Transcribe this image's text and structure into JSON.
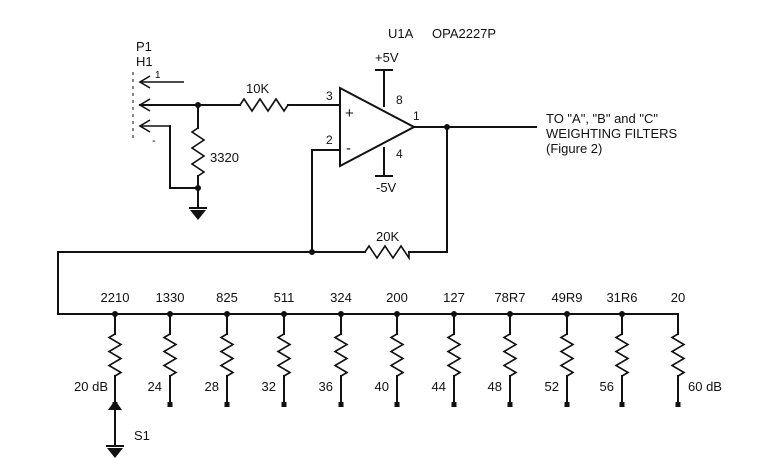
{
  "opamp": {
    "designator": "U1A",
    "part": "OPA2227P",
    "supply_pos": "+5V",
    "supply_neg": "-5V",
    "pin_noninv": "3",
    "pin_inv": "2",
    "pin_out": "1",
    "pin_vplus": "8",
    "pin_vminus": "4",
    "plus_sign": "+",
    "minus_sign": "-"
  },
  "connector": {
    "name": "P1",
    "sub": "H1",
    "pin1": "1",
    "pin2": "-"
  },
  "resistors": {
    "input": "10K",
    "shunt": "3320",
    "feedback": "20K"
  },
  "output_note": {
    "line1": "TO \"A\", \"B\" and \"C\"",
    "line2": "WEIGHTING FILTERS",
    "line3": "(Figure 2)"
  },
  "ladder": {
    "values": [
      "2210",
      "1330",
      "825",
      "511",
      "324",
      "200",
      "127",
      "78R7",
      "49R9",
      "31R6",
      "20"
    ],
    "gains": [
      "20 dB",
      "24",
      "28",
      "32",
      "36",
      "40",
      "44",
      "48",
      "52",
      "56",
      "60 dB"
    ]
  },
  "switch": {
    "name": "S1"
  }
}
